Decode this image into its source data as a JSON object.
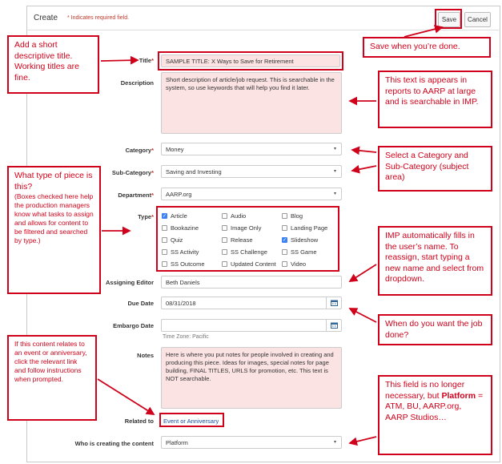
{
  "header": {
    "title": "Create",
    "required_note": "* Indicates required field.",
    "save_label": "Save",
    "cancel_label": "Cancel"
  },
  "form": {
    "title_label": "Title",
    "title_value": "SAMPLE TITLE: X Ways to Save for Retirement",
    "description_label": "Description",
    "description_value": "Short description of article/job request. This is searchable in the system, so use keywords that will help you find it later.",
    "category_label": "Category",
    "category_value": "Money",
    "subcategory_label": "Sub-Category",
    "subcategory_value": "Saving and Investing",
    "department_label": "Department",
    "department_value": "AARP.org",
    "type_label": "Type",
    "types": [
      {
        "label": "Article",
        "checked": true
      },
      {
        "label": "Audio",
        "checked": false
      },
      {
        "label": "Blog",
        "checked": false
      },
      {
        "label": "Bookazine",
        "checked": false
      },
      {
        "label": "Image Only",
        "checked": false
      },
      {
        "label": "Landing Page",
        "checked": false
      },
      {
        "label": "Quiz",
        "checked": false
      },
      {
        "label": "Release",
        "checked": false
      },
      {
        "label": "Slideshow",
        "checked": true
      },
      {
        "label": "SS Activity",
        "checked": false
      },
      {
        "label": "SS Challenge",
        "checked": false
      },
      {
        "label": "SS Game",
        "checked": false
      },
      {
        "label": "SS Outcome",
        "checked": false
      },
      {
        "label": "Updated Content",
        "checked": false
      },
      {
        "label": "Video",
        "checked": false
      }
    ],
    "assigning_editor_label": "Assigning Editor",
    "assigning_editor_value": "Beth Daniels",
    "due_date_label": "Due Date",
    "due_date_value": "08/31/2018",
    "embargo_date_label": "Embargo Date",
    "embargo_date_value": "",
    "timezone": "Time Zone: Pacific",
    "notes_label": "Notes",
    "notes_value": "Here is where you put notes for people involved in creating and producing this piece. Ideas for images, special notes for page building, FINAL TITLES, URLS for promotion, etc. This text is NOT searchable.",
    "related_label": "Related to",
    "related_link": "Event or Anniversary",
    "creator_label": "Who is creating the content",
    "creator_value": "Platform"
  },
  "annotations": {
    "title_note": "Add a short descriptive title. Working titles are fine.",
    "save_note": "Save when you’re done.",
    "description_note": "This text is appears in reports to AARP at large and is searchable in IMP.",
    "category_note": "Select a Category and Sub-Category (subject area)",
    "type_note_head": "What type of piece is this?",
    "type_note_body": "(Boxes checked here help the production managers know what tasks to assign and  allows for content to be filtered and searched by type.)",
    "editor_note": "IMP automatically fills in the user’s name. To reassign, start typing a new name and select from dropdown.",
    "due_note": "When do you want the job done?",
    "related_note": "If this content relates to an event or anniversary, click the relevant link and follow instructions when prompted.",
    "platform_note_1": "This field is no longer necessary, but",
    "platform_note_bold": "Platform",
    "platform_note_2": "= ATM, BU, AARP.org, AARP Studios…"
  },
  "icons": {
    "calendar": "calendar-icon",
    "dropdown": "chevron-down-icon",
    "check": "checkmark-icon"
  },
  "colors": {
    "annotation_red": "#d0021b",
    "highlight_pink": "#fbe3e3",
    "checkbox_blue": "#3b82f6",
    "link_blue": "#1a4fa0"
  }
}
